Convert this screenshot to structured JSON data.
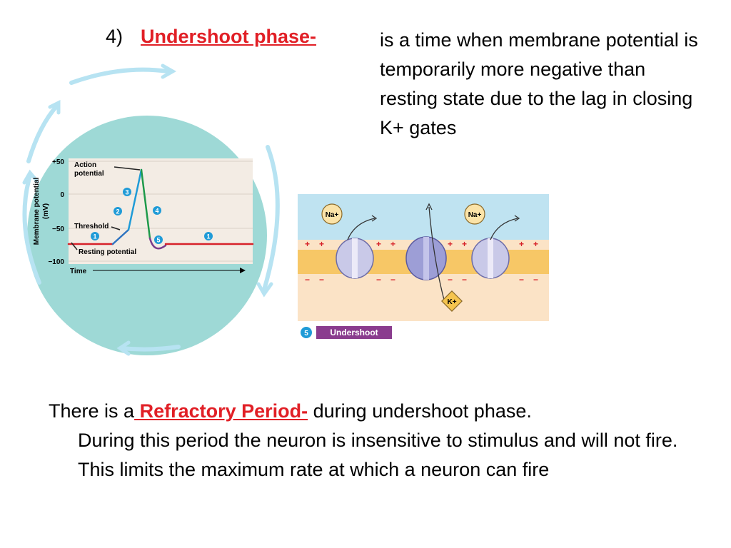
{
  "heading": {
    "number": "4)",
    "term": "Undershoot phase-",
    "definition": "is a time when membrane potential is temporarily more negative than resting state due to the lag in closing K+ gates"
  },
  "graph": {
    "y_axis_label_line1": "Membrane potential",
    "y_axis_label_line2": "(mV)",
    "y_ticks": [
      "+50",
      "0",
      "−50",
      "−100"
    ],
    "x_axis_label": "Time",
    "labels": {
      "action_potential_line1": "Action",
      "action_potential_line2": "potential",
      "threshold": "Threshold",
      "resting_potential": "Resting potential"
    },
    "step_badges": [
      "1",
      "2",
      "3",
      "4",
      "5",
      "1"
    ],
    "colors": {
      "resting": "#d7222a",
      "depolarizing": "#2f74c0",
      "rising": "#1f9bd7",
      "falling": "#1e9a4a",
      "undershoot": "#7a3c8c",
      "circle": "#9ed9d6",
      "arrows": "#b7e3f2"
    }
  },
  "membrane_figure": {
    "ion_na": "Na+",
    "ion_k": "K+",
    "step_number": "5",
    "step_label": "Undershoot",
    "colors": {
      "fluid": "#bfe3f1",
      "membrane": "#f7c766",
      "base": "#fbe3c6",
      "plus": "#d7222a",
      "minus": "#d7222a",
      "label_bg": "#8a3c8e"
    }
  },
  "paragraph": {
    "lead": "There is a",
    "term": " Refractory Period-",
    "tail": " during undershoot phase.",
    "rest": "During this period the neuron is insensitive to stimulus and will not fire.  This limits the maximum rate at which a neuron can fire"
  }
}
